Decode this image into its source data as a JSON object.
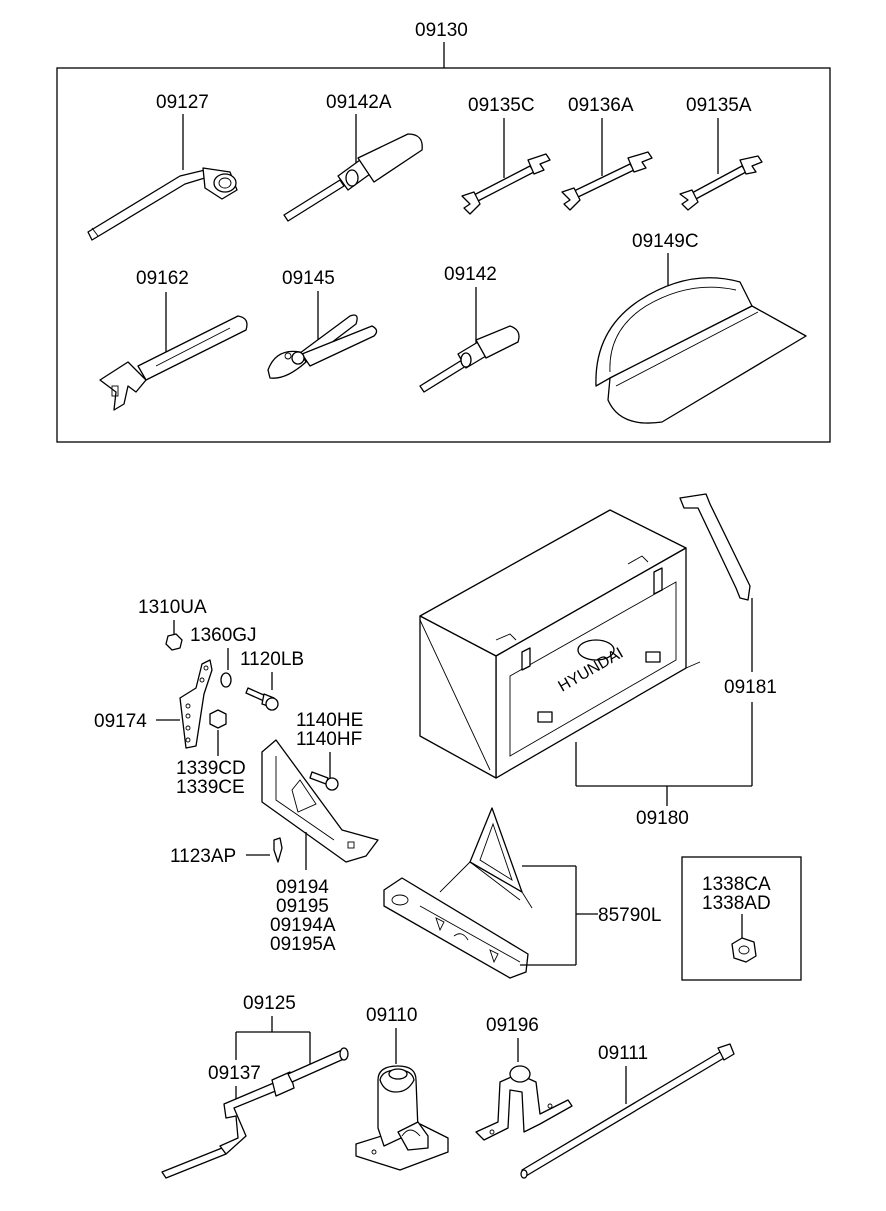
{
  "labels": {
    "kit": "09130",
    "lug_wrench": "09127",
    "screwdriver_large": "09142A",
    "wrench_c": "09135C",
    "wrench_136a": "09136A",
    "wrench_a": "09135A",
    "adjustable_wrench": "09162",
    "pliers": "09145",
    "screwdriver_small": "09142",
    "tool_bag": "09149C",
    "bracket": "09174",
    "nut_1310": "1310UA",
    "washer_1360": "1360GJ",
    "bolt_1120": "1120LB",
    "nut_1339_a": "1339CD",
    "nut_1339_b": "1339CE",
    "bolt_1140_a": "1140HE",
    "bolt_1140_b": "1140HF",
    "screw_1123": "1123AP",
    "holder_1": "09194",
    "holder_2": "09195",
    "holder_3": "09194A",
    "holder_4": "09195A",
    "box_strap": "09181",
    "tool_box": "09180",
    "triangle": "85790L",
    "nut_1338_a": "1338CA",
    "nut_1338_b": "1338AD",
    "jack_handle": "09125",
    "handle_ext": "09137",
    "jack": "09110",
    "jack_bracket": "09196",
    "rod": "09111",
    "brand": "HYUNDAI"
  }
}
